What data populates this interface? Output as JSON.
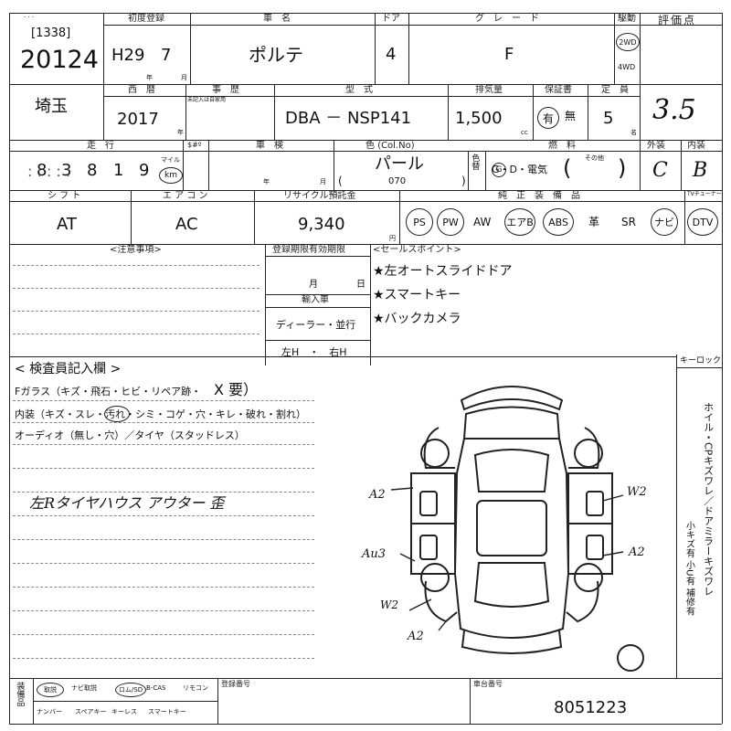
{
  "header": {
    "lot_label": "[1338]",
    "lot_number": "20124",
    "first_reg_label": "初度登録",
    "first_reg_era": "H29",
    "first_reg_month": "7",
    "nen": "年",
    "tsuki": "月",
    "name_label": "車　名",
    "name_value": "ポルテ",
    "door_label": "ドア",
    "door_value": "4",
    "grade_label": "グ　レ　ー　ド",
    "grade_value": "F",
    "drive_label": "駆動",
    "drive_2wd": "2WD",
    "drive_4wd": "4WD",
    "eval_label": "評価点",
    "eval_value": "3.5"
  },
  "row2": {
    "region": "埼玉",
    "western_label": "西　暦",
    "western_value": "2017",
    "history_label": "事　歴",
    "history_note": "未記入は自家用",
    "model_label": "型　式",
    "model_value": "DBA － NSP141",
    "disp_label": "排気量",
    "disp_value": "1,500",
    "cc": "cc",
    "warranty_label": "保証書",
    "warranty_yes": "有",
    "warranty_no": "無",
    "cap_label": "定　員",
    "cap_value": "5",
    "mei": "名"
  },
  "row3": {
    "mileage_label": "走　行",
    "mileage_digits": [
      "8",
      "3",
      "8",
      "1",
      "9"
    ],
    "mile": "マイル",
    "km": "km",
    "s_label": "$#º",
    "inspect_label": "車　検",
    "nen": "年",
    "tsuki": "月",
    "color_label": "色 (Col.No)",
    "color_value": "パール",
    "color_no": "070",
    "color_side": "色替",
    "fuel_label": "燃　料",
    "fuel_options": "G・D・電気",
    "fuel_other": "その他",
    "ext_label": "外装",
    "ext_value": "C",
    "int_label": "内装",
    "int_value": "B"
  },
  "row4": {
    "shift_label": "シ フ ト",
    "shift_value": "AT",
    "ac_label": "エ ア コ ン",
    "ac_value": "AC",
    "recycle_label": "リサイクル預託金",
    "recycle_value": "9,340",
    "yen": "円",
    "equip_label": "純　正　装　備　品",
    "equip": [
      "PS",
      "PW",
      "AW",
      "エアB",
      "ABS",
      "革",
      "SR",
      "ナビ",
      "DTV"
    ],
    "equip_circled": [
      true,
      true,
      false,
      true,
      true,
      false,
      false,
      true,
      true
    ],
    "tuner_label": "TVチューナー"
  },
  "notes": {
    "caution_label": "<注意事項>",
    "reg_label": "登録期限有効期限",
    "tsuki": "月",
    "hi": "日",
    "import_label": "輸入車",
    "import_value": "ディーラー・並行",
    "hand_value": "左H　・　右H",
    "sales_label": "<セールスポイント>",
    "points": [
      "★左オートスライドドア",
      "★スマートキー",
      "★バックカメラ"
    ]
  },
  "inspector": {
    "title": "< 検査員記入欄 >",
    "line1": "Fガラス（キズ・飛石・ヒビ・リペア跡・",
    "line1_mark": "X 要）",
    "line2": "内装（キズ・スレ・汚れ・シミ・コゲ・穴・キレ・破れ・割れ）",
    "line3": "オーディオ（無し・穴）／タイヤ（スタッドレス）",
    "handwritten": "左Rタイヤハウス アウター 歪",
    "keylock": "キーロック",
    "side_text": "ホイル・CPキズワレ／ドアミラーキズワレ",
    "side_text2": "小キズ有 小U有 補修有"
  },
  "damage": {
    "a2_left": "A2",
    "au3": "Au3",
    "w2_left": "W2",
    "a2_bottom": "A2",
    "w2_right": "W2",
    "a2_right": "A2"
  },
  "footer": {
    "equip_side": "装備品",
    "row1": [
      "取説",
      "ナビ取説",
      "ロム/SD",
      "B-CAS",
      "リモコン"
    ],
    "row2": [
      "ナンバー",
      "スペアキー",
      "キーレス",
      "スマートキー"
    ],
    "reg_no_label": "登録番号",
    "chassis_label": "車台番号",
    "chassis_value": "8051223"
  }
}
